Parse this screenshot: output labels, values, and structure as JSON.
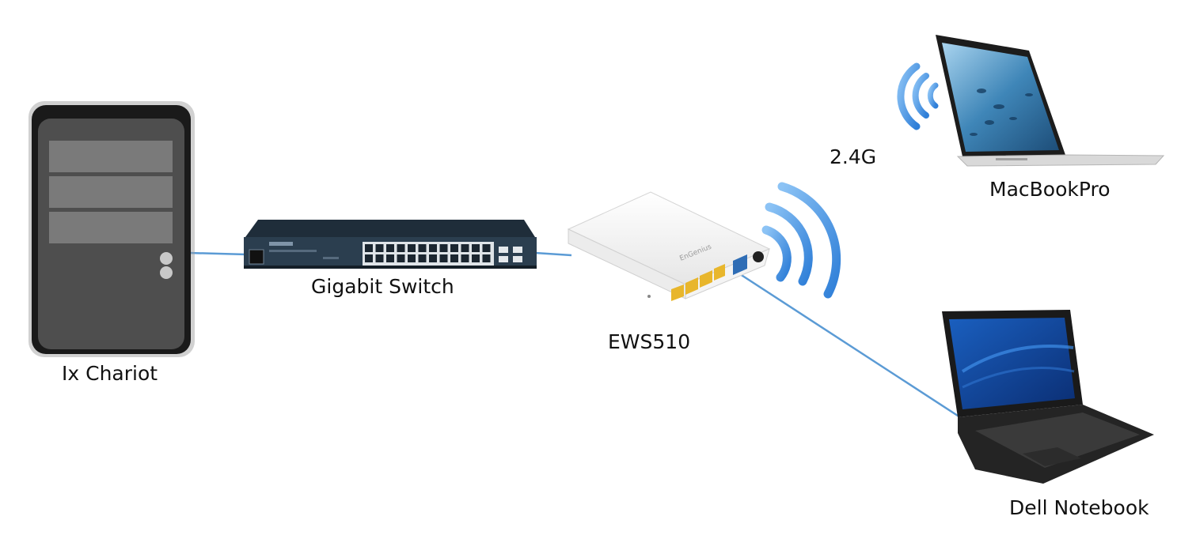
{
  "devices": {
    "server": {
      "label": "Ix Chariot",
      "icon": "tower-server-icon"
    },
    "switch": {
      "label": "Gigabit Switch",
      "icon": "network-switch-icon"
    },
    "ap": {
      "label": "EWS510",
      "icon": "wall-access-point-icon"
    },
    "macbook": {
      "label": "MacBookPro",
      "icon": "laptop-icon"
    },
    "dell": {
      "label": "Dell Notebook",
      "icon": "laptop-icon"
    }
  },
  "wireless": {
    "band_label": "2.4G",
    "icon": "wifi-signal-icon"
  },
  "colors": {
    "link": "#5b9bd5",
    "wifi": "#4a90e2",
    "ap_port": "#e8b62c",
    "ap_uplink": "#2f6db5",
    "switch_body": "#2b3e4f"
  }
}
